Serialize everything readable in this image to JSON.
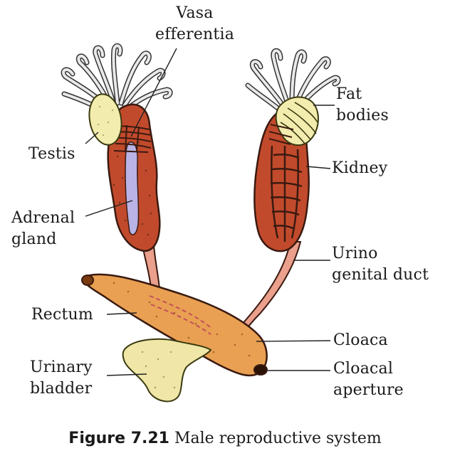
{
  "labels": {
    "vasa_efferentia": [
      "Vasa",
      "efferentia"
    ],
    "testis": "Testis",
    "adrenal_gland": [
      "Adrenal",
      "gland"
    ],
    "rectum": "Rectum",
    "urinary_bladder": [
      "Urinary",
      "bladder"
    ],
    "fat_bodies": [
      "Fat",
      "bodies"
    ],
    "kidney": "Kidney",
    "urino_genital_duct": [
      "Urino",
      "genital duct"
    ],
    "cloaca": "Cloaca",
    "cloacal_aperture": [
      "Cloacal",
      "aperture"
    ]
  },
  "caption": {
    "number": "Figure 7.21",
    "text": "Male reproductive system"
  },
  "colors": {
    "kidney": "#c24a2c",
    "kidney_outline": "#3a1a10",
    "testis": "#f2ecae",
    "adrenal": "#b9b3e6",
    "duct": "#eaa08c",
    "rectum": "#e9a052",
    "bladder": "#efe6a8",
    "fat_body_strands": "#e9e9e9"
  }
}
